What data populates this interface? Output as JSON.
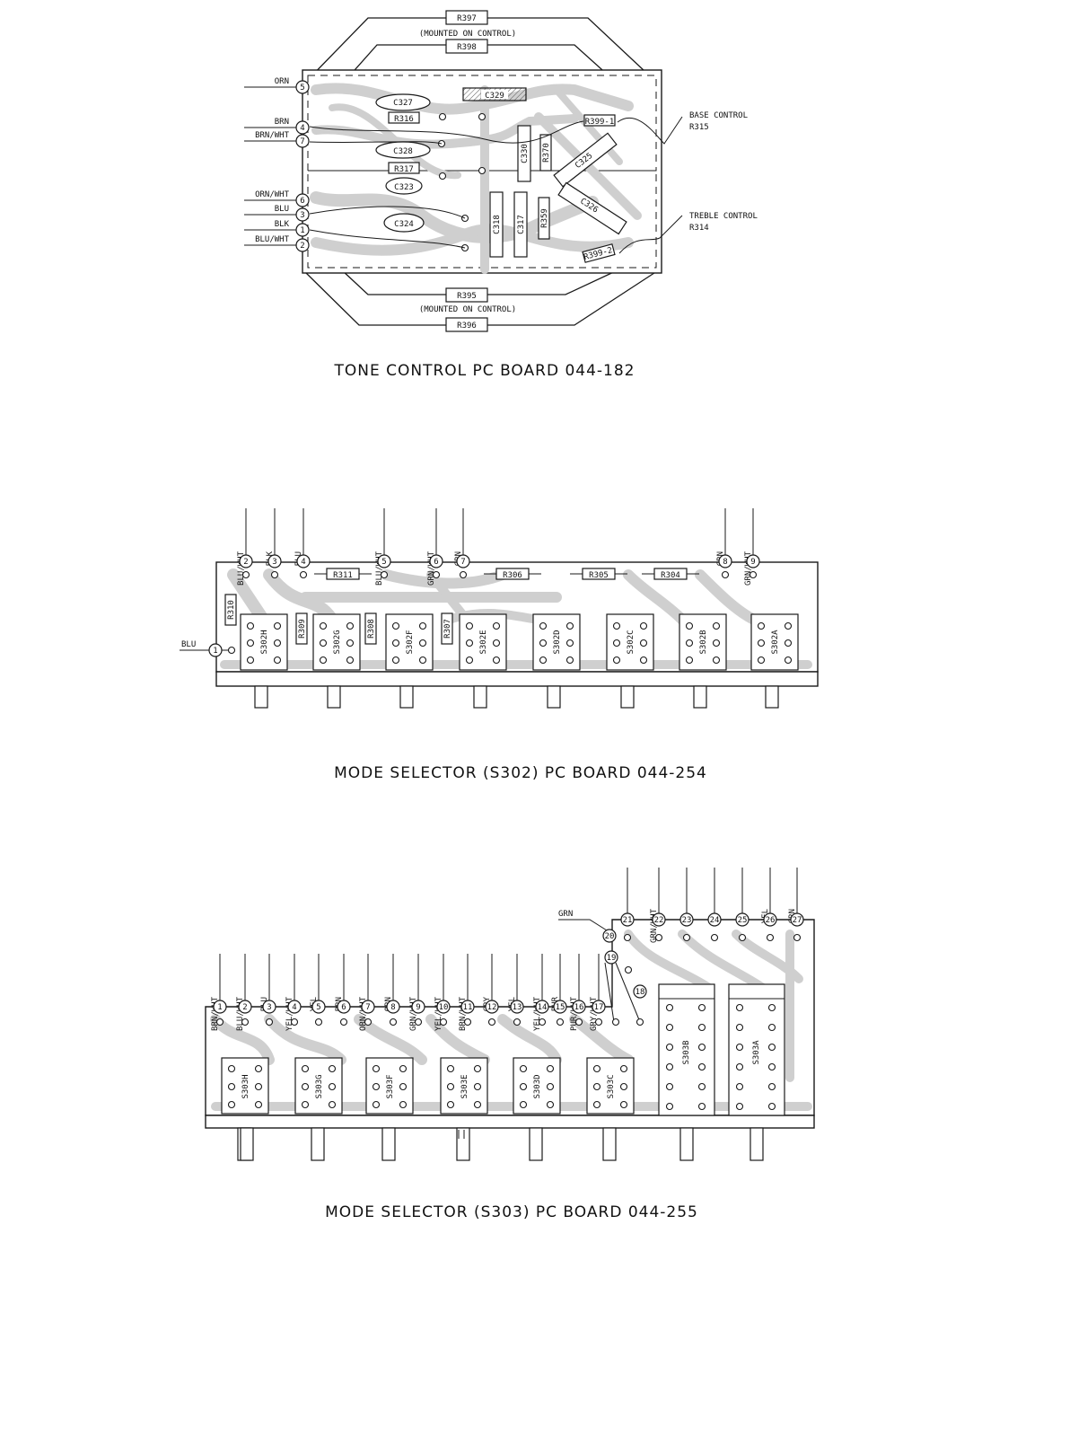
{
  "tone_board": {
    "caption": "TONE CONTROL PC BOARD 044-182",
    "top_resistor_a": "R397",
    "top_mounted_note": "(MOUNTED ON CONTROL)",
    "top_resistor_b": "R398",
    "bottom_resistor_a": "R395",
    "bottom_mounted_note": "(MOUNTED ON CONTROL)",
    "bottom_resistor_b": "R396",
    "bass_control_label": "BASE CONTROL",
    "bass_control_ref": "R315",
    "treble_control_label": "TREBLE CONTROL",
    "treble_control_ref": "R314",
    "wires": [
      {
        "color": "ORN",
        "num": "5"
      },
      {
        "color": "BRN",
        "num": "4"
      },
      {
        "color": "BRN/WHT",
        "num": "7"
      },
      {
        "color": "ORN/WHT",
        "num": "6"
      },
      {
        "color": "BLU",
        "num": "3"
      },
      {
        "color": "BLK",
        "num": "1"
      },
      {
        "color": "BLU/WHT",
        "num": "2"
      }
    ],
    "components": {
      "c327": "C327",
      "c329": "C329",
      "r316": "R316",
      "r399_1": "R399-1",
      "c328": "C328",
      "c330": "C330",
      "r370": "R370",
      "c325": "C325",
      "r317": "R317",
      "c323": "C323",
      "c326": "C326",
      "c324": "C324",
      "c318": "C318",
      "c317": "C317",
      "r359": "R359",
      "r399_2": "R399-2"
    }
  },
  "s302_board": {
    "caption": "MODE SELECTOR (S302) PC BOARD 044-254",
    "left_wire": {
      "color": "BLU",
      "num": "1"
    },
    "top_wires": [
      {
        "color": "BLU/WHT",
        "num": "2"
      },
      {
        "color": "BLK",
        "num": "3"
      },
      {
        "color": "BLU",
        "num": "4"
      },
      {
        "color": "BLU/WHT",
        "num": "5"
      },
      {
        "color": "GRN/WHT",
        "num": "6"
      },
      {
        "color": "GRN",
        "num": "7"
      },
      {
        "color": "GRN",
        "num": "8"
      },
      {
        "color": "GRN/WHT",
        "num": "9"
      }
    ],
    "resistors": {
      "r311": "R311",
      "r306": "R306",
      "r305": "R305",
      "r304": "R304",
      "r310": "R310",
      "r309": "R309",
      "r308": "R308",
      "r307": "R307"
    },
    "switches": [
      "S302H",
      "S302G",
      "S302F",
      "S302E",
      "S302D",
      "S302C",
      "S302B",
      "S302A"
    ]
  },
  "s303_board": {
    "caption": "MODE SELECTOR (S303) PC BOARD 044-255",
    "lower_wires": [
      {
        "color": "BRN/WHT",
        "num": "1"
      },
      {
        "color": "BLU/WHT",
        "num": "2"
      },
      {
        "color": "BLU",
        "num": "3"
      },
      {
        "color": "YEL/WHT",
        "num": "4"
      },
      {
        "color": "YEL",
        "num": "5"
      },
      {
        "color": "BRN",
        "num": "6"
      },
      {
        "color": "ORN/WHT",
        "num": "7"
      },
      {
        "color": "ORN",
        "num": "8"
      },
      {
        "color": "GRN/WHT",
        "num": "9"
      },
      {
        "color": "YEL/WHT",
        "num": "10"
      },
      {
        "color": "BRN/WHT",
        "num": "11"
      },
      {
        "color": "GRY",
        "num": "12"
      },
      {
        "color": "YEL",
        "num": "13"
      },
      {
        "color": "YEL/WHT",
        "num": "14"
      },
      {
        "color": "PUR",
        "num": "15"
      },
      {
        "color": "PUR/WHT",
        "num": "16"
      },
      {
        "color": "GRY/WHT",
        "num": "17"
      }
    ],
    "inner_terminals": [
      "18",
      "19",
      "20"
    ],
    "grn_wire_label": "GRN",
    "upper_wires": [
      {
        "color": "",
        "num": "21"
      },
      {
        "color": "GRN/WHT",
        "num": "22"
      },
      {
        "color": "",
        "num": "23"
      },
      {
        "color": "",
        "num": "24"
      },
      {
        "color": "",
        "num": "25"
      },
      {
        "color": "YEL",
        "num": "26"
      },
      {
        "color": "GRN",
        "num": "27"
      }
    ],
    "switches": [
      "S303H",
      "S303G",
      "S303F",
      "S303E",
      "S303D",
      "S303C",
      "S303B",
      "S303A"
    ]
  }
}
